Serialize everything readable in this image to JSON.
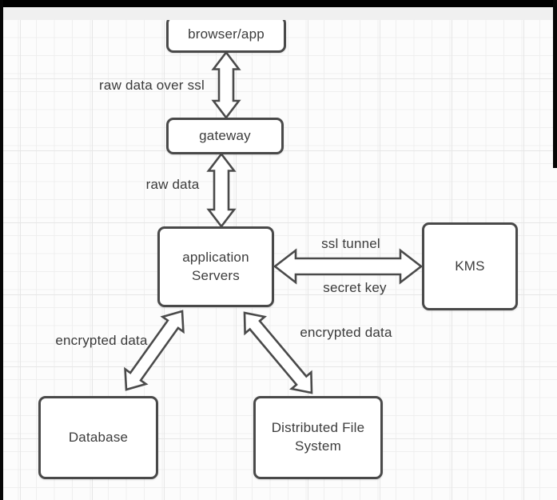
{
  "colors": {
    "frame": "#000000",
    "top_band": "#f0f0f0",
    "canvas_bg": "#fcfcfc",
    "grid_line": "#ececec",
    "node_border": "#494949",
    "node_fill": "#ffffff",
    "text": "#3c3c3c"
  },
  "nodes": [
    {
      "id": "browser-app",
      "label": "browser/app"
    },
    {
      "id": "gateway",
      "label": "gateway"
    },
    {
      "id": "application-servers",
      "label": "application Servers"
    },
    {
      "id": "kms",
      "label": "KMS"
    },
    {
      "id": "database",
      "label": "Database"
    },
    {
      "id": "distributed-file-system",
      "label": "Distributed File System"
    }
  ],
  "edge_labels": [
    {
      "id": "raw-data-over-ssl",
      "text": "raw data over ssl"
    },
    {
      "id": "raw-data",
      "text": "raw data"
    },
    {
      "id": "ssl-tunnel",
      "text": "ssl tunnel"
    },
    {
      "id": "secret-key",
      "text": "secret key"
    },
    {
      "id": "encrypted-data-left",
      "text": "encrypted data"
    },
    {
      "id": "encrypted-data-right",
      "text": "encrypted data"
    }
  ]
}
